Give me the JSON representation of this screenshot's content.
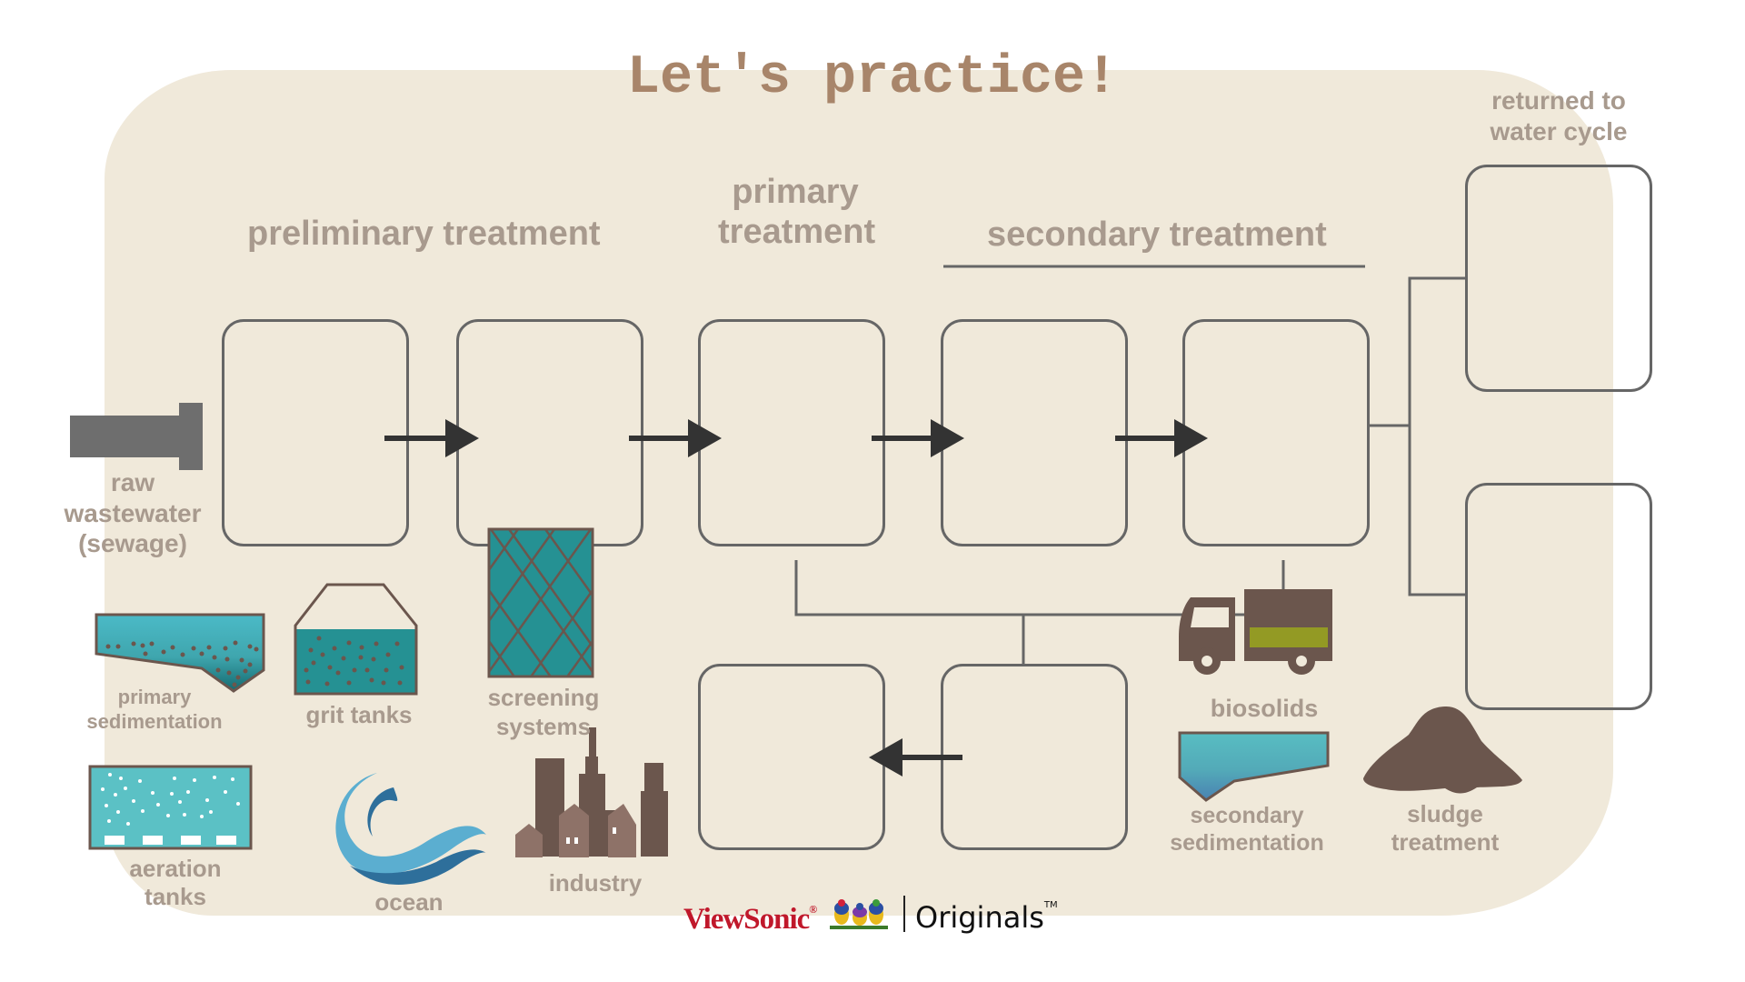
{
  "title": "Let's practice!",
  "colors": {
    "panel_bg": "#F0E9DA",
    "title": "#A8856A",
    "label": "#A89A8E",
    "box_stroke": "#666666",
    "arrow": "#333333",
    "icon_brown": "#6B564D",
    "teal_dark": "#259193",
    "teal_light": "#58C0C6",
    "brand_red": "#C0182B"
  },
  "headings": {
    "preliminary": "preliminary treatment",
    "primary_line1": "primary",
    "primary_line2": "treatment",
    "secondary": "secondary treatment",
    "returned_line1": "returned to",
    "returned_line2": "water cycle"
  },
  "source": {
    "line1": "raw",
    "line2": "wastewater",
    "line3": "(sewage)",
    "icon": "pipe-icon"
  },
  "answer_boxes": [
    {
      "id": "box-1",
      "answer": ""
    },
    {
      "id": "box-2",
      "answer": ""
    },
    {
      "id": "box-3",
      "answer": ""
    },
    {
      "id": "box-4",
      "answer": ""
    },
    {
      "id": "box-5",
      "answer": ""
    },
    {
      "id": "box-6",
      "answer": ""
    },
    {
      "id": "box-7",
      "answer": ""
    },
    {
      "id": "box-8",
      "answer": ""
    },
    {
      "id": "box-9",
      "answer": ""
    }
  ],
  "word_bank": [
    {
      "icon": "primary-sedimentation-icon",
      "line1": "primary",
      "line2": "sedimentation"
    },
    {
      "icon": "grit-tank-icon",
      "line1": "grit tanks",
      "line2": ""
    },
    {
      "icon": "screening-system-icon",
      "line1": "screening",
      "line2": "systems"
    },
    {
      "icon": "aeration-tank-icon",
      "line1": "aeration",
      "line2": "tanks"
    },
    {
      "icon": "ocean-icon",
      "line1": "ocean",
      "line2": ""
    },
    {
      "icon": "industry-icon",
      "line1": "industry",
      "line2": ""
    },
    {
      "icon": "biosolids-truck-icon",
      "line1": "biosolids",
      "line2": ""
    },
    {
      "icon": "secondary-sedimentation-icon",
      "line1": "secondary",
      "line2": "sedimentation"
    },
    {
      "icon": "sludge-pile-icon",
      "line1": "sludge",
      "line2": "treatment"
    }
  ],
  "footer": {
    "brand": "ViewSonic",
    "brand_mark": "®",
    "product": "Originals",
    "product_mark": "TM"
  }
}
